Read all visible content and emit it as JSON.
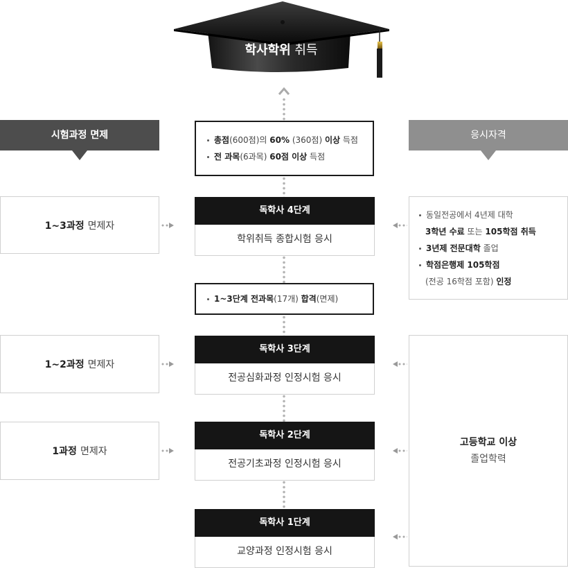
{
  "goal": {
    "title_bold": "학사학위",
    "title_regular": "취득"
  },
  "headers": {
    "exemption": "시험과정 면제",
    "qualification": "응시자격"
  },
  "criteria": {
    "total": {
      "t1": "총점",
      "t2": "(600점)의 ",
      "t3": "60%",
      "t4": " (360점) ",
      "t5": "이상",
      "t6": " 득점"
    },
    "all_subjects": {
      "t1": "전 과목",
      "t2": "(6과목) ",
      "t3": "60점 이상",
      "t4": " 득점"
    }
  },
  "pass_note": {
    "t1": "1~3단계 전과목",
    "t2": "(17개) ",
    "t3": "합격",
    "t4": "(면제)"
  },
  "stages": [
    {
      "title": "독학사 4단계",
      "exam": "학위취득 종합시험 응시"
    },
    {
      "title": "독학사 3단계",
      "exam": "전공심화과정 인정시험 응시"
    },
    {
      "title": "독학사 2단계",
      "exam": "전공기초과정 인정시험 응시"
    },
    {
      "title": "독학사 1단계",
      "exam": "교양과정 인정시험 응시"
    }
  ],
  "exemptions": [
    {
      "bold": "1~3과정",
      "rest": "면제자"
    },
    {
      "bold": "1~2과정",
      "rest": "면제자"
    },
    {
      "bold": "1과정",
      "rest": "면제자"
    }
  ],
  "qualification_4": {
    "line1": "동일전공에서 4년제 대학",
    "line2a": "3학년 수료",
    "line2b": " 또는 ",
    "line2c": "105학점 취득",
    "line3a": "3년제 전문대학",
    "line3b": " 졸업",
    "line4a": "학점은행제 105학점",
    "line5a": "(전공 16학점 포함) ",
    "line5b": "인정"
  },
  "qualification_base": {
    "line1": "고등학교 이상",
    "line2": "졸업학력"
  },
  "colors": {
    "stage_header": "#151515",
    "dark_header": "#4d4d4d",
    "gray_header": "#8f8f8f",
    "dots": "#b4b4b4"
  }
}
